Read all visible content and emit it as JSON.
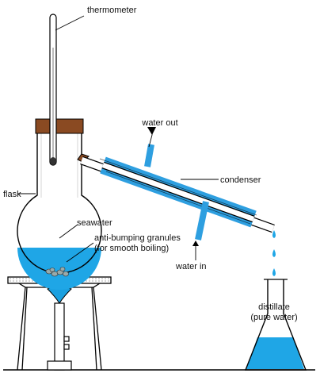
{
  "labels": {
    "thermometer": "thermometer",
    "flask": "flask",
    "water_out": "water out",
    "condenser": "condenser",
    "seawater": "seawater",
    "granules_line1": "anti-bumping granules",
    "granules_line2": "(for smooth boiling)",
    "water_in": "water in",
    "distillate_line1": "distillate",
    "distillate_line2": "(pure water)"
  },
  "colors": {
    "water": "#1fa6e6",
    "condenser_jacket": "#2e9fe0",
    "stopper": "#8a4a22",
    "flame": "#1aa0e0",
    "outline": "#000000"
  }
}
